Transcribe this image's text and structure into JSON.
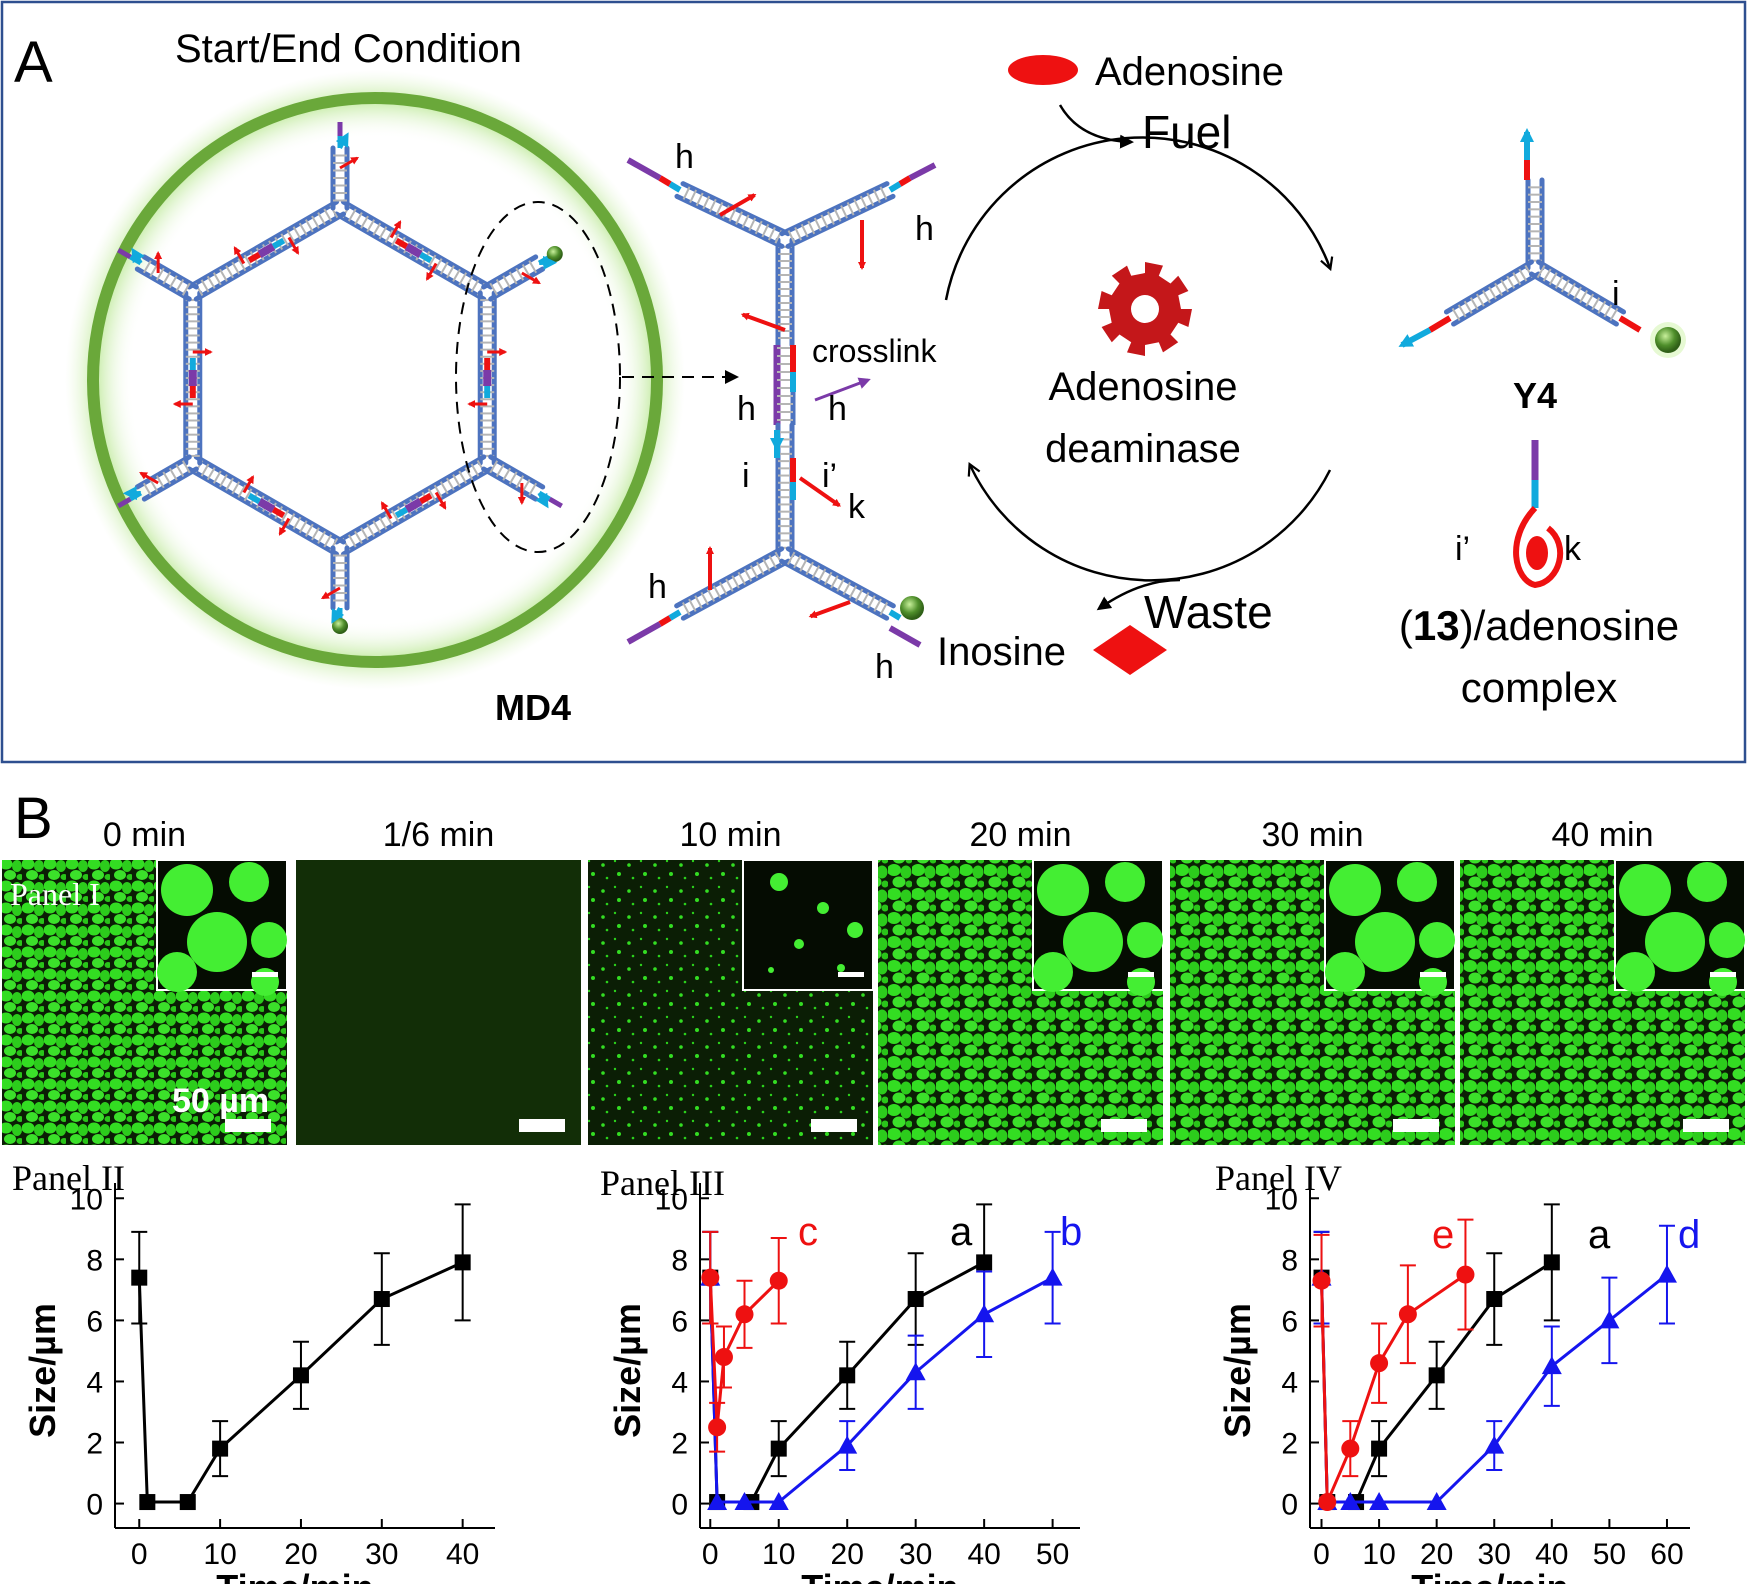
{
  "panel_a": {
    "letter": "A",
    "start_end_label": "Start/End Condition",
    "md4_label": "MD4",
    "zoom_labels": {
      "h_top_left": "h",
      "h_top_right": "h",
      "crosslink": "crosslink",
      "h_mid_left": "h",
      "h_mid_right": "h",
      "i": "i",
      "i_prime": "i’",
      "k": "k",
      "h_bottom_left": "h",
      "h_bottom_right": "h"
    },
    "cycle": {
      "adenosine": "Adenosine",
      "fuel": "Fuel",
      "enzyme_line1": "Adenosine",
      "enzyme_line2": "deaminase",
      "inosine": "Inosine",
      "waste": "Waste"
    },
    "y4": {
      "label": "Y4",
      "i": "i"
    },
    "complex": {
      "i_prime": "i’",
      "k": "k",
      "num": "13",
      "line1_rest": "/adenosine",
      "line2": "complex"
    }
  },
  "panel_b": {
    "letter": "B",
    "times": [
      "0 min",
      "1/6 min",
      "10 min",
      "20 min",
      "30 min",
      "40 min"
    ],
    "panel_i_label": "Panel I",
    "scale_label": "50 µm",
    "colors": {
      "fluor": "#33dd22",
      "dark": "#0b1e05",
      "red": "#ee1111",
      "blue": "#1515ee",
      "black": "#000000"
    }
  },
  "chart_data": [
    {
      "type": "line",
      "panel": "Panel II",
      "xlabel": "Time/min",
      "ylabel": "Size/µm",
      "xlim": [
        -3,
        44
      ],
      "ylim": [
        -0.8,
        10.5
      ],
      "xticks": [
        0,
        10,
        20,
        30,
        40
      ],
      "yticks": [
        0,
        2,
        4,
        6,
        8,
        10
      ],
      "series": [
        {
          "label": "",
          "color": "#000000",
          "marker": "square",
          "x": [
            0,
            1,
            6,
            10,
            20,
            30,
            40
          ],
          "y": [
            7.4,
            0.05,
            0.05,
            1.8,
            4.2,
            6.7,
            7.9
          ],
          "err": [
            1.5,
            0,
            0,
            0.9,
            1.1,
            1.5,
            1.9
          ]
        }
      ]
    },
    {
      "type": "line",
      "panel": "Panel III",
      "xlabel": "Time/min",
      "ylabel": "Size/µm",
      "xlim": [
        -1.5,
        54
      ],
      "ylim": [
        -0.8,
        10.5
      ],
      "xticks": [
        0,
        10,
        20,
        30,
        40,
        50
      ],
      "yticks": [
        0,
        2,
        4,
        6,
        8,
        10
      ],
      "series": [
        {
          "label": "a",
          "color": "#000000",
          "marker": "square",
          "x": [
            0,
            1,
            6,
            10,
            20,
            30,
            40
          ],
          "y": [
            7.4,
            0.05,
            0.05,
            1.8,
            4.2,
            6.7,
            7.9
          ],
          "err": [
            1.5,
            0,
            0,
            0.9,
            1.1,
            1.5,
            1.9
          ]
        },
        {
          "label": "b",
          "color": "#1515ee",
          "marker": "triangle",
          "x": [
            0,
            1,
            5,
            10,
            20,
            30,
            40,
            50
          ],
          "y": [
            7.4,
            0.05,
            0.05,
            0.05,
            1.9,
            4.3,
            6.2,
            7.4
          ],
          "err": [
            1.5,
            0,
            0,
            0,
            0.8,
            1.2,
            1.4,
            1.5
          ]
        },
        {
          "label": "c",
          "color": "#ee1111",
          "marker": "circle",
          "x": [
            0,
            1,
            2,
            5,
            10
          ],
          "y": [
            7.4,
            2.5,
            4.8,
            6.2,
            7.3
          ],
          "err": [
            1.5,
            0.8,
            1.0,
            1.1,
            1.4
          ]
        }
      ]
    },
    {
      "type": "line",
      "panel": "Panel IV",
      "xlabel": "Time/min",
      "ylabel": "Size/µm",
      "xlim": [
        -2,
        64
      ],
      "ylim": [
        -0.8,
        10.5
      ],
      "xticks": [
        0,
        10,
        20,
        30,
        40,
        50,
        60
      ],
      "yticks": [
        0,
        2,
        4,
        6,
        8,
        10
      ],
      "series": [
        {
          "label": "a",
          "color": "#000000",
          "marker": "square",
          "x": [
            0,
            1,
            6,
            10,
            20,
            30,
            40
          ],
          "y": [
            7.4,
            0.05,
            0.05,
            1.8,
            4.2,
            6.7,
            7.9
          ],
          "err": [
            1.5,
            0,
            0,
            0.9,
            1.1,
            1.5,
            1.9
          ]
        },
        {
          "label": "d",
          "color": "#1515ee",
          "marker": "triangle",
          "x": [
            0,
            1,
            5,
            10,
            20,
            30,
            40,
            50,
            60
          ],
          "y": [
            7.4,
            0.05,
            0.05,
            0.05,
            0.05,
            1.9,
            4.5,
            6.0,
            7.5
          ],
          "err": [
            1.5,
            0,
            0,
            0,
            0,
            0.8,
            1.3,
            1.4,
            1.6
          ]
        },
        {
          "label": "e",
          "color": "#ee1111",
          "marker": "circle",
          "x": [
            0,
            1,
            5,
            10,
            15,
            25
          ],
          "y": [
            7.3,
            0.05,
            1.8,
            4.6,
            6.2,
            7.5
          ],
          "err": [
            1.5,
            0,
            0.9,
            1.3,
            1.6,
            1.8
          ]
        }
      ]
    }
  ]
}
